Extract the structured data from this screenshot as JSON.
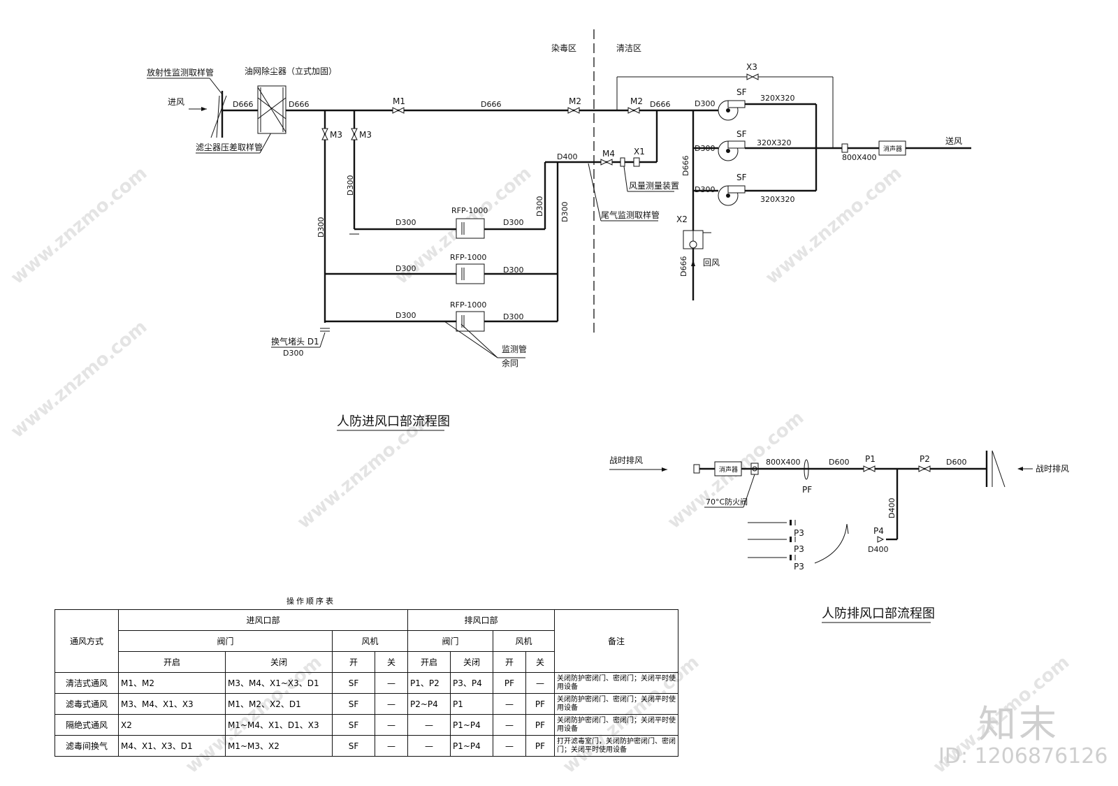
{
  "zones": {
    "dirty": "染毒区",
    "clean": "清洁区"
  },
  "intake": {
    "title": "人防进风口部流程图",
    "labels": {
      "radio_sample": "放射性监测取样管",
      "oil_filter": "油网除尘器（立式加固）",
      "intake_air": "进风",
      "filter_diff": "滤尘器压差取样管",
      "flow_meter": "风量测量装置",
      "tail_gas": "尾气监测取样管",
      "return_air": "回风",
      "supply_air": "送风",
      "plug": "换气堵头 D1",
      "plug_size": "D300",
      "monitor_pipe": "监测管",
      "monitor_rest": "余同"
    },
    "tags": {
      "m1": "M1",
      "m2": "M2",
      "m3": "M3",
      "m4": "M4",
      "x1": "X1",
      "x2": "X2",
      "x3": "X3",
      "sf": "SF",
      "rfp": "RFP-1000",
      "silencer": "消声器"
    },
    "sizes": {
      "d666": "D666",
      "d300": "D300",
      "d400": "D400",
      "duct": "320X320",
      "main": "800X400"
    }
  },
  "exhaust": {
    "title": "人防排风口部流程图",
    "war_exhaust": "战时排风",
    "silencer": "消声器",
    "fire_damper": "70°C防火阀",
    "sizes": {
      "main": "800X400",
      "d600": "D600",
      "d400": "D400"
    },
    "tags": {
      "p1": "P1",
      "p2": "P2",
      "p3": "P3",
      "p4": "P4",
      "pf": "PF"
    }
  },
  "table": {
    "title": "操作顺序表",
    "headers": {
      "mode": "通风方式",
      "intake": "进风口部",
      "exhaust": "排风口部",
      "valve": "阀门",
      "fan": "风机",
      "open": "开启",
      "close": "关闭",
      "on": "开",
      "off": "关",
      "remark": "备注"
    },
    "rows": [
      {
        "mode": "清洁式通风",
        "in_open": "M1、M2",
        "in_close": "M3、M4、X1~X3、D1",
        "in_fan_on": "SF",
        "in_fan_off": "—",
        "ex_open": "P1、P2",
        "ex_close": "P3、P4",
        "ex_fan_on": "PF",
        "ex_fan_off": "—",
        "remark": "关闭防护密闭门、密闭门；关闭平时使用设备"
      },
      {
        "mode": "滤毒式通风",
        "in_open": "M3、M4、X1、X3",
        "in_close": "M1、M2、X2、D1",
        "in_fan_on": "SF",
        "in_fan_off": "—",
        "ex_open": "P2~P4",
        "ex_close": "P1",
        "ex_fan_on": "—",
        "ex_fan_off": "PF",
        "remark": "关闭防护密闭门、密闭门；关闭平时使用设备"
      },
      {
        "mode": "隔绝式通风",
        "in_open": "X2",
        "in_close": "M1~M4、X1、D1、X3",
        "in_fan_on": "SF",
        "in_fan_off": "—",
        "ex_open": "—",
        "ex_close": "P1~P4",
        "ex_fan_on": "—",
        "ex_fan_off": "PF",
        "remark": "关闭防护密闭门、密闭门；关闭平时使用设备"
      },
      {
        "mode": "滤毒间换气",
        "in_open": "M4、X1、X3、D1",
        "in_close": "M1~M3、X2",
        "in_fan_on": "SF",
        "in_fan_off": "—",
        "ex_open": "—",
        "ex_close": "P1~P4",
        "ex_fan_on": "—",
        "ex_fan_off": "PF",
        "remark": "打开滤毒室门，关闭防护密闭门、密闭门；关闭平时使用设备"
      }
    ]
  },
  "watermark": {
    "site": "www.znzmo.com",
    "brand": "知末",
    "id": "ID: 1206876126"
  }
}
